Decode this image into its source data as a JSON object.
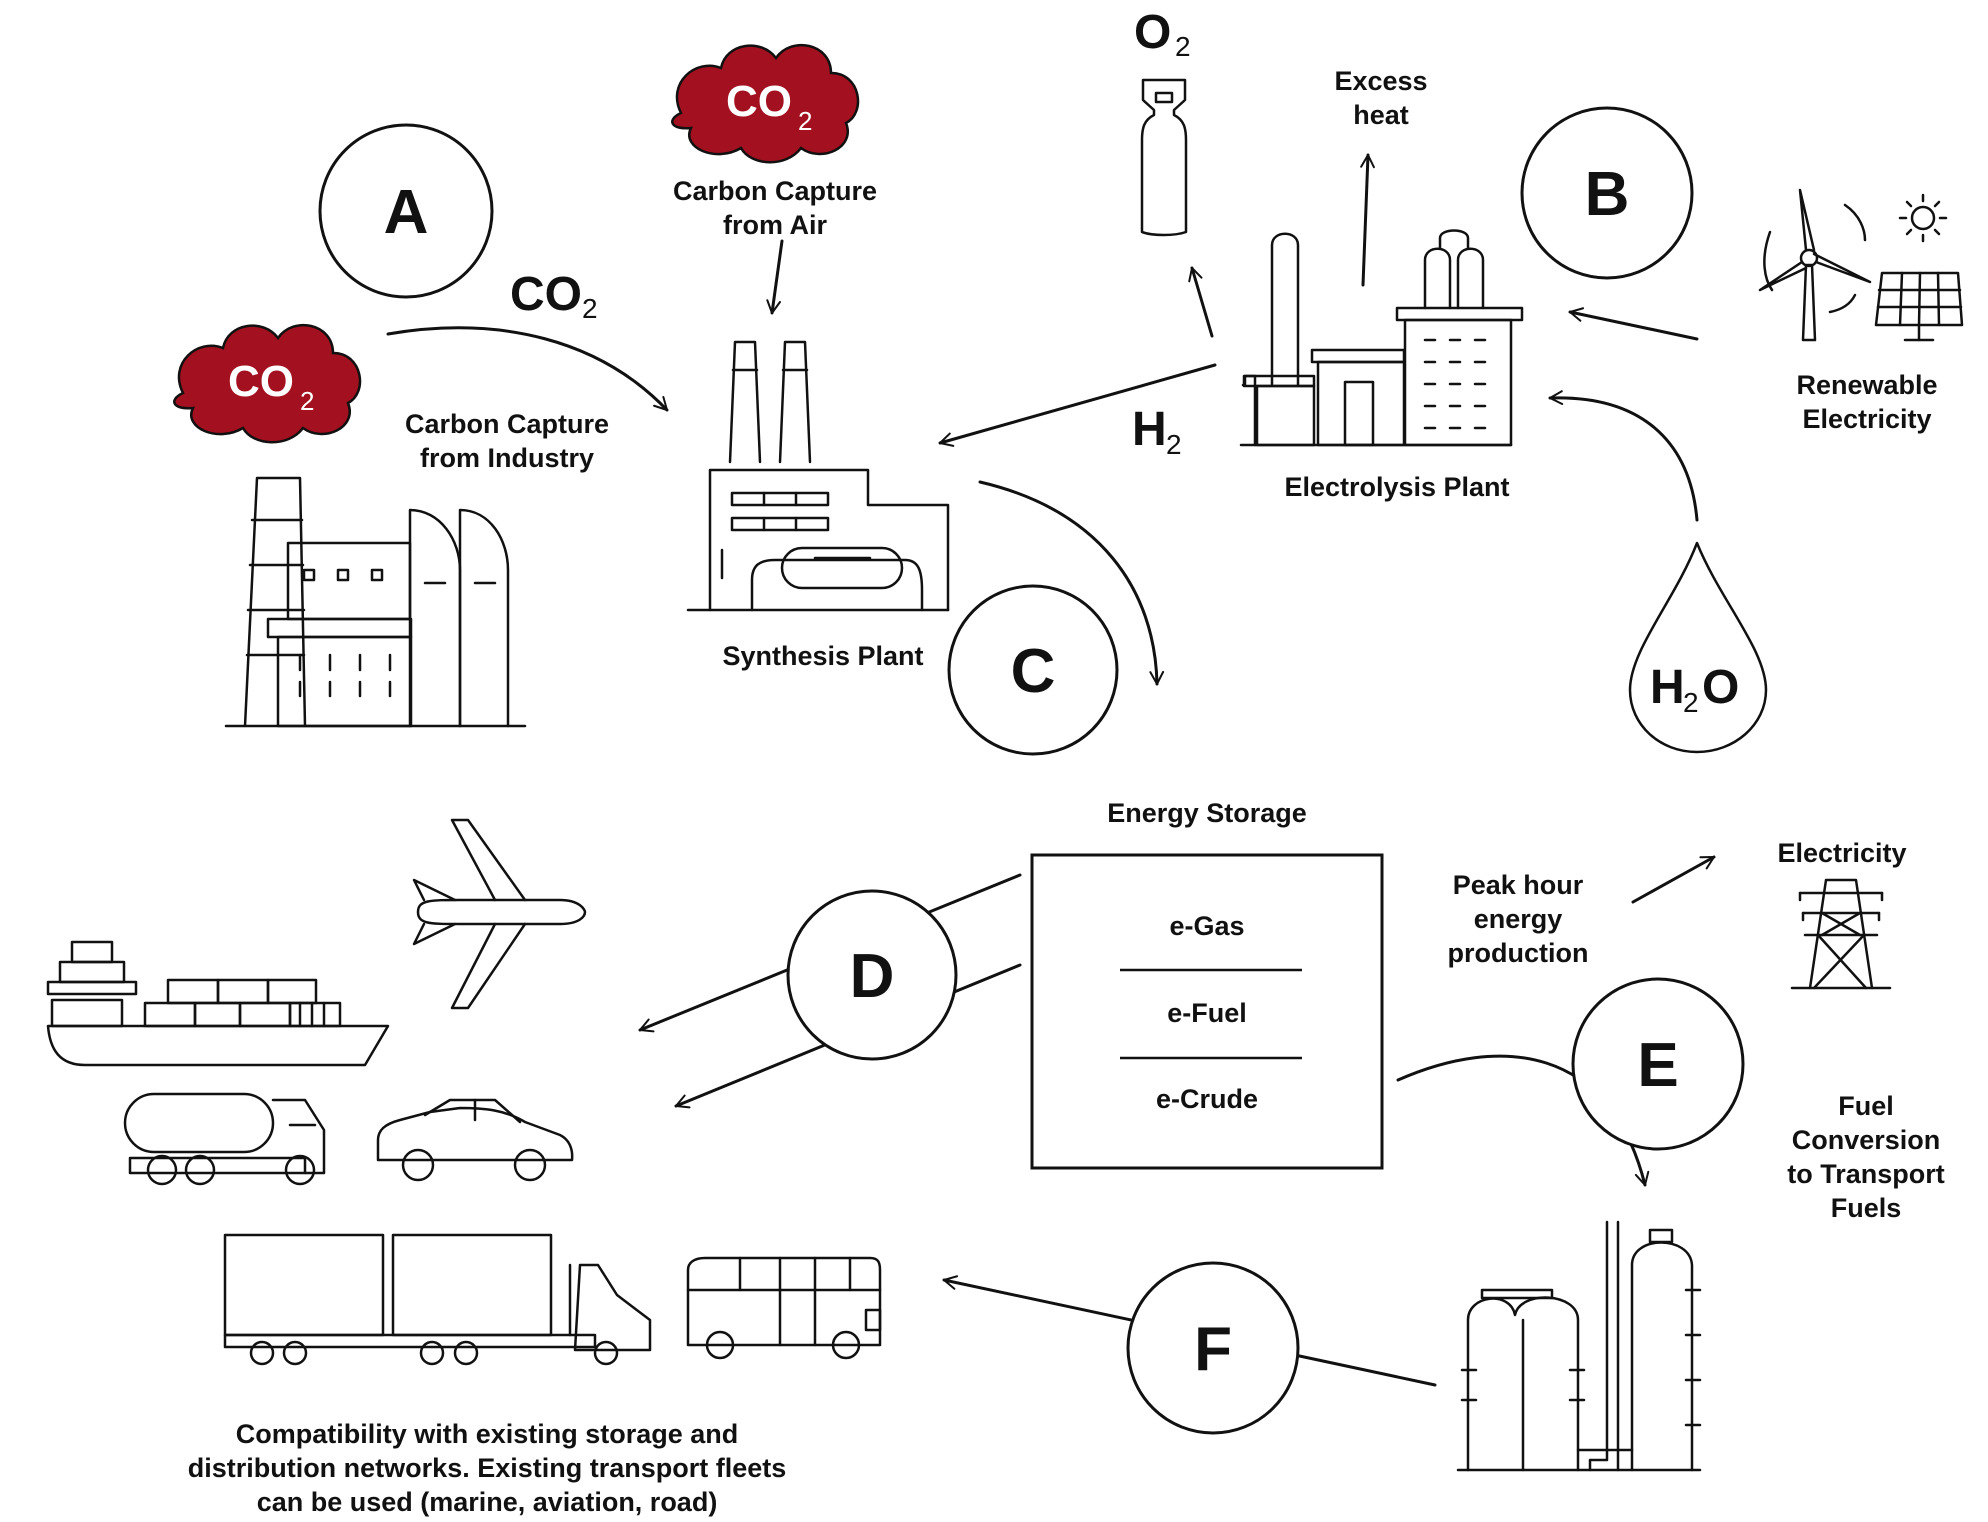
{
  "colors": {
    "accent": "#a3101f",
    "ink": "#111111",
    "background": "#ffffff"
  },
  "steps": [
    {
      "letter": "A"
    },
    {
      "letter": "B"
    },
    {
      "letter": "C"
    },
    {
      "letter": "D"
    },
    {
      "letter": "E"
    },
    {
      "letter": "F"
    }
  ],
  "chemicals": {
    "co2": {
      "main": "CO",
      "sub": "2"
    },
    "o2": {
      "main": "O",
      "sub": "2"
    },
    "h2": {
      "main": "H",
      "sub": "2"
    },
    "h2o": {
      "main_h": "H",
      "sub": "2",
      "main_o": "O"
    }
  },
  "labels": {
    "carbon_capture_air": [
      "Carbon Capture",
      "from Air"
    ],
    "carbon_capture_industry": [
      "Carbon Capture",
      "from Industry"
    ],
    "excess_heat": [
      "Excess",
      "heat"
    ],
    "renewable_electricity": [
      "Renewable",
      "Electricity"
    ],
    "electrolysis_plant": "Electrolysis Plant",
    "synthesis_plant": "Synthesis Plant",
    "energy_storage": "Energy Storage",
    "peak_hour": [
      "Peak hour",
      "energy",
      "production"
    ],
    "electricity": "Electricity",
    "fuel_conversion": [
      "Fuel",
      "Conversion",
      "to Transport",
      "Fuels"
    ],
    "compatibility": [
      "Compatibility with existing storage and",
      "distribution networks. Existing transport fleets",
      "can be used (marine, aviation, road)"
    ]
  },
  "storage_items": [
    "e-Gas",
    "e-Fuel",
    "e-Crude"
  ],
  "icons": [
    "co2-cloud-icon",
    "oxygen-cylinder-icon",
    "factory-icon",
    "synthesis-plant-icon",
    "electrolysis-plant-icon",
    "wind-turbine-icon",
    "sun-icon",
    "solar-panel-icon",
    "water-drop-icon",
    "airplane-icon",
    "cargo-ship-icon",
    "tanker-truck-icon",
    "car-icon",
    "semi-truck-icon",
    "bus-icon",
    "power-pylon-icon",
    "refinery-icon"
  ]
}
